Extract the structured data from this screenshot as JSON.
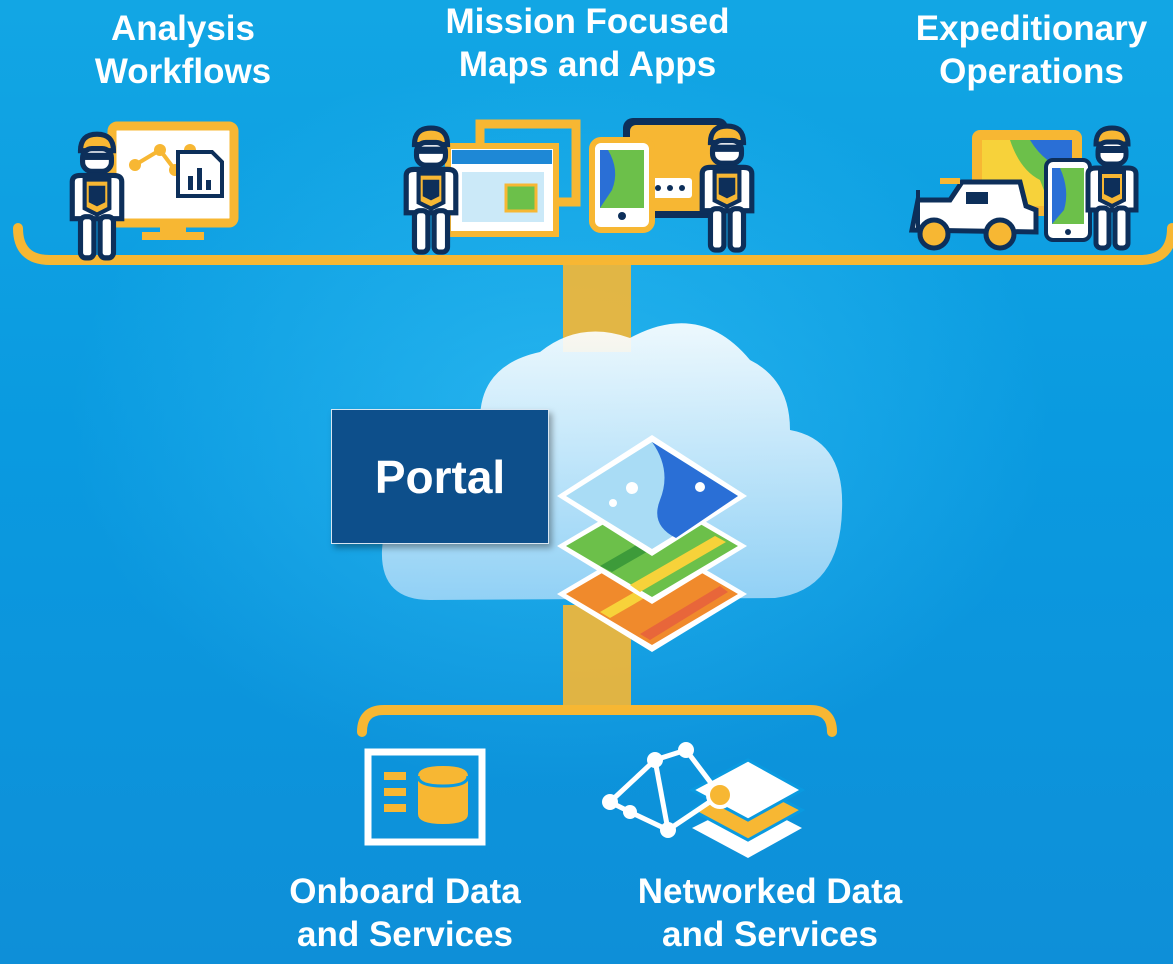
{
  "top_groups": [
    {
      "line1": "Analysis",
      "line2": "Workflows"
    },
    {
      "line1": "Mission Focused",
      "line2": "Maps and Apps"
    },
    {
      "line1": "Expeditionary",
      "line2": "Operations"
    }
  ],
  "center": {
    "label": "Portal"
  },
  "bottom_groups": [
    {
      "line1": "Onboard Data",
      "line2": "and Services"
    },
    {
      "line1": "Networked Data",
      "line2": "and Services"
    }
  ],
  "colors": {
    "background": "#0a9ae0",
    "connector": "#f7b733",
    "portal_box": "#0d4f8b",
    "person_dark": "#0d2f5a",
    "icon_light": "#ffffff"
  },
  "icons": [
    "person-icon",
    "monitor-icon",
    "network-graph-icon",
    "report-chart-icon",
    "browser-window-icon",
    "tablet-icon",
    "phone-map-icon",
    "vehicle-icon",
    "cloud-icon",
    "map-layers-icon",
    "database-panel-icon",
    "network-layers-icon"
  ]
}
